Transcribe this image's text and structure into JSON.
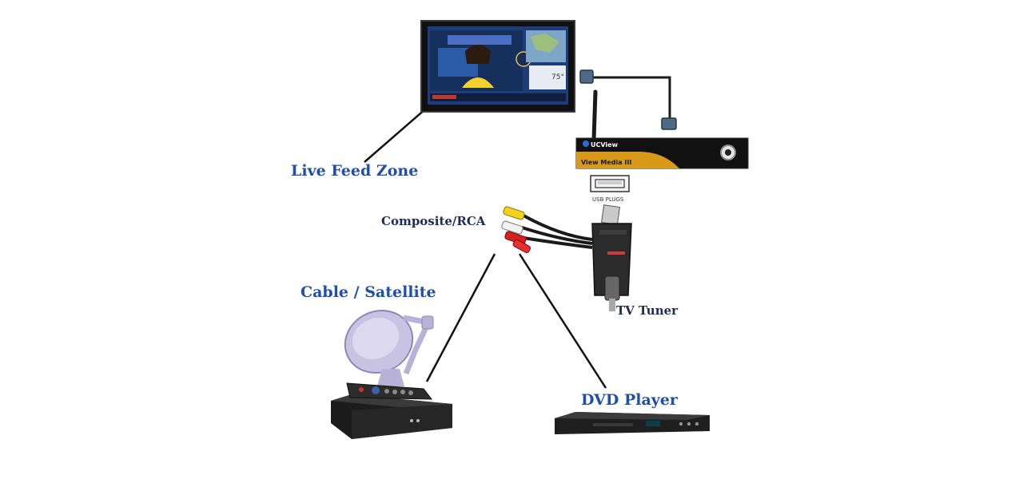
{
  "labels": {
    "live_feed_zone": "Live Feed Zone",
    "composite_rca": "Composite/RCA",
    "cable_satellite": "Cable / Satellite",
    "tv_tuner": "TV Tuner",
    "dvd_player": "DVD Player"
  },
  "device_text": {
    "media_box_brand": "UCView",
    "media_box_model": "View Media III",
    "usb_plugs": "USB PLUGS",
    "tv_channel": "75°"
  },
  "colors": {
    "label_blue": "#1f4fa8",
    "label_navy": "#1d2b5a",
    "media_box_gold": "#d99a1a",
    "connector_yellow": "#f2d21b",
    "connector_white": "#f2f2f2",
    "connector_red": "#d42020",
    "dish_lavender": "#b9b2d8"
  },
  "icons": [
    "tv-screen-icon",
    "media-player-box-icon",
    "usb-tv-tuner-icon",
    "satellite-dish-icon",
    "remote-control-icon",
    "set-top-box-icon",
    "dvd-player-icon",
    "rca-connector-icon",
    "usb-plug-icon",
    "hdmi-plug-icon"
  ]
}
